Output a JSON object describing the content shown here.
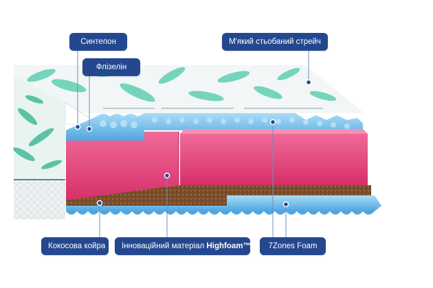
{
  "labels": {
    "sinteon": "Синтепон",
    "flizelin": "Флізелін",
    "stretch": "М'який стьобаний стрейч",
    "coir": "Кокосова койра",
    "highfoam_prefix": "Інноваційний матеріал ",
    "highfoam_brand": "Highfoam™",
    "zones": "7Zones Foam"
  },
  "colors": {
    "label_bg": "#24488f",
    "pink_foam": "#e8417b",
    "blue_foam": "#8fcdf0",
    "coir": "#7a4e2c",
    "cover_leaf": "#4cc9a8"
  }
}
